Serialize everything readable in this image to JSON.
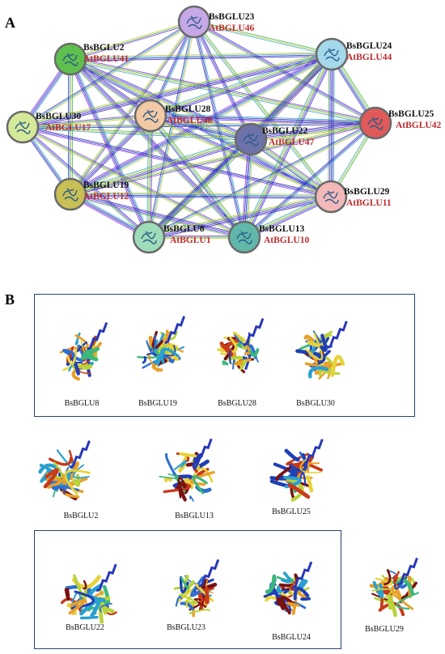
{
  "panel_a": {
    "letter": "A",
    "nodes": [
      {
        "bs": "BsBGLU23",
        "at": "AtBGLU46",
        "color": "#c6a8e6"
      },
      {
        "bs": "BsBGLU2",
        "at": "AtBGLU41",
        "color": "#5fbf4d"
      },
      {
        "bs": "BsBGLU24",
        "at": "AtBGLU44",
        "color": "#a6d8ec"
      },
      {
        "bs": "BsBGLU30",
        "at": "AtBGLU17",
        "color": "#d5ea99"
      },
      {
        "bs": "BsBGLU28",
        "at": "AtBGLU40",
        "color": "#f2c9a4"
      },
      {
        "bs": "BsBGLU22",
        "at": "AtBGLU47",
        "color": "#6d73a8"
      },
      {
        "bs": "BsBGLU25",
        "at": "AtBGLU42",
        "color": "#e05a5a"
      },
      {
        "bs": "BsBGLU19",
        "at": "AtBGLU12",
        "color": "#c8bf55"
      },
      {
        "bs": "BsBGLU29",
        "at": "AtBGLU11",
        "color": "#f3b9b9"
      },
      {
        "bs": "BsBGLU8",
        "at": "AtBGLU1",
        "color": "#9fdcb9"
      },
      {
        "bs": "BsBGLU13",
        "at": "AtBGLU10",
        "color": "#5fb8a8"
      }
    ]
  },
  "panel_b": {
    "letter": "B",
    "structures": [
      {
        "label": "BsBGLU8"
      },
      {
        "label": "BsBGLU19"
      },
      {
        "label": "BsBGLU28"
      },
      {
        "label": "BsBGLU30"
      },
      {
        "label": "BsBGLU2"
      },
      {
        "label": "BsBGLU13"
      },
      {
        "label": "BsBGLU25"
      },
      {
        "label": "BsBGLU22"
      },
      {
        "label": "BsBGLU23"
      },
      {
        "label": "BsBGLU24"
      },
      {
        "label": "BsBGLU29"
      }
    ]
  }
}
